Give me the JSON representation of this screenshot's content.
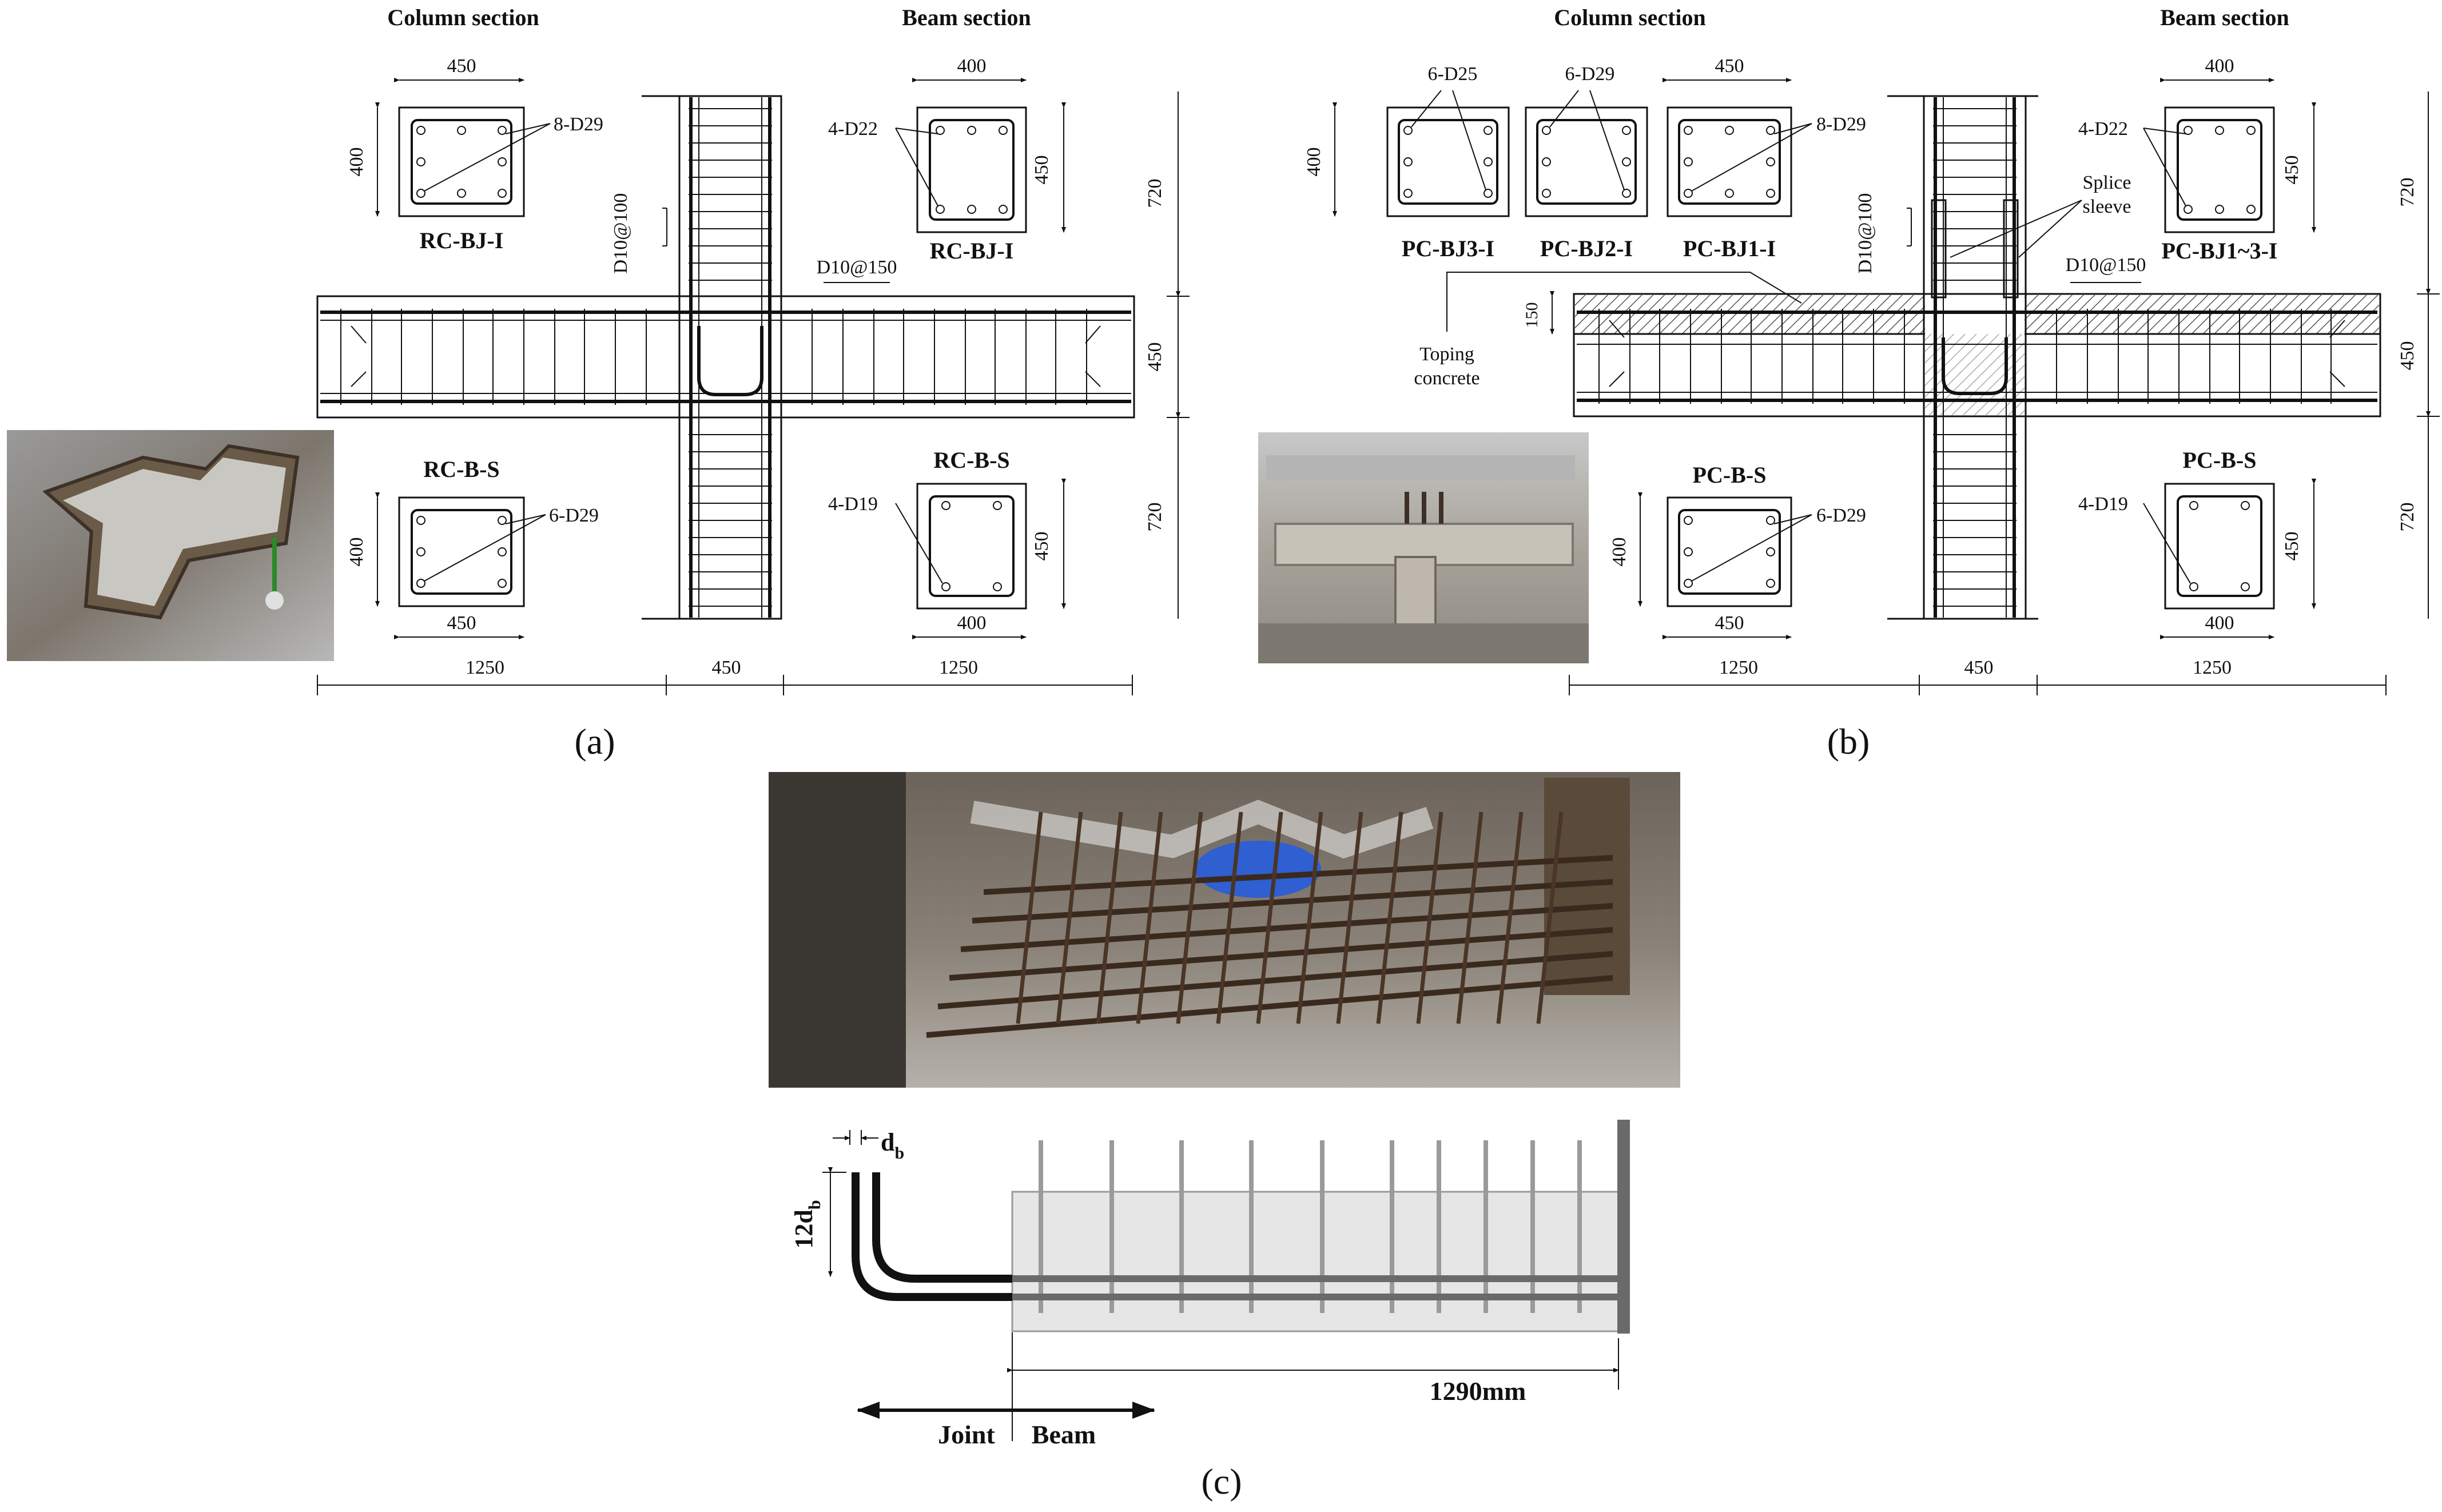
{
  "panel_a": {
    "label": "(a)",
    "column_section_heading": "Column section",
    "beam_section_heading": "Beam section",
    "col_top": {
      "name": "RC-BJ-I",
      "width_dim": "450",
      "height_dim": "400",
      "bars": "8-D29"
    },
    "col_bottom": {
      "name": "RC-B-S",
      "width_dim": "450",
      "height_dim": "400",
      "bars": "6-D29"
    },
    "beam_top": {
      "name": "RC-BJ-I",
      "width_dim": "400",
      "height_dim": "450",
      "bars": "4-D22"
    },
    "beam_bottom": {
      "name": "RC-B-S",
      "width_dim": "400",
      "height_dim": "450",
      "bars": "4-D19"
    },
    "column_stirrup": "D10@100",
    "beam_stirrup": "D10@150",
    "dims_bottom": [
      "1250",
      "450",
      "1250"
    ],
    "dims_right": [
      "720",
      "450",
      "720"
    ]
  },
  "panel_b": {
    "label": "(b)",
    "column_section_heading": "Column section",
    "beam_section_heading": "Beam section",
    "col_sections": [
      {
        "name": "PC-BJ3-I",
        "bars": "6-D25",
        "height_dim": "400"
      },
      {
        "name": "PC-BJ2-I",
        "bars": "6-D29"
      },
      {
        "name": "PC-BJ1-I",
        "bars": "8-D29",
        "width_dim": "450"
      }
    ],
    "col_bottom": {
      "name": "PC-B-S",
      "width_dim": "450",
      "height_dim": "400",
      "bars": "6-D29"
    },
    "beam_top": {
      "name": "PC-BJ1~3-I",
      "width_dim": "400",
      "height_dim": "450",
      "bars": "4-D22"
    },
    "beam_bottom": {
      "name": "PC-B-S",
      "width_dim": "400",
      "height_dim": "450",
      "bars": "4-D19"
    },
    "column_stirrup": "D10@100",
    "beam_stirrup": "D10@150",
    "splice_label": [
      "Splice",
      "sleeve"
    ],
    "topping_label": [
      "Toping",
      "concrete"
    ],
    "topping_dim": "150",
    "dims_bottom": [
      "1250",
      "450",
      "1250"
    ],
    "dims_right": [
      "720",
      "450",
      "720"
    ]
  },
  "panel_c": {
    "label": "(c)",
    "db_label": "d",
    "db_sub": "b",
    "hook_label": "12d",
    "hook_sub": "b",
    "length_label": "1290mm",
    "joint_label": "Joint",
    "beam_label": "Beam"
  },
  "colors": {
    "line": "#111111",
    "hatch": "#555555",
    "beam_fill_c": "#e6e6e6",
    "stirrup_c": "#9a9a9a",
    "rebar_c": "#6a6a6a"
  }
}
